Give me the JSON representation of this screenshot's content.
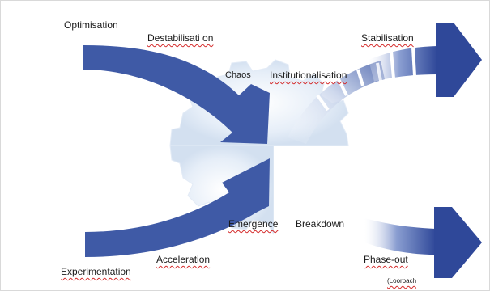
{
  "labels": {
    "optimisation": "Optimisation",
    "destabilisation": "Destabilisati on",
    "chaos": "Chaos",
    "institutionalisation": "Institutionalisation",
    "stabilisation": "Stabilisation",
    "emergence": "Emergence",
    "breakdown": "Breakdown",
    "experimentation": "Experimentation",
    "acceleration": "Acceleration",
    "phase_out": "Phase-out",
    "citation": "(Loorbach"
  },
  "colors": {
    "arrow_blue": "#3f5aa6",
    "arrow_dark": "#2f4899",
    "gear_light": "#dbe6f3",
    "gear_lighter": "#eef3fa"
  }
}
